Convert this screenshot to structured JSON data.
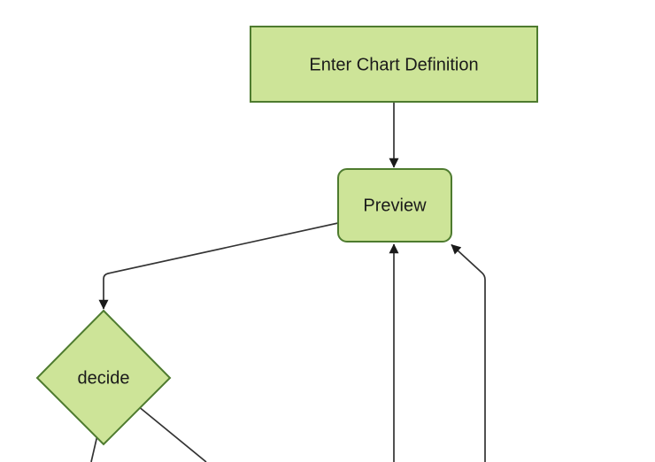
{
  "diagram": {
    "type": "flowchart",
    "direction": "partially-visible-top-down",
    "nodes": [
      {
        "id": "enter-chart-definition",
        "label": "Enter Chart Definition",
        "shape": "rectangle"
      },
      {
        "id": "preview",
        "label": "Preview",
        "shape": "rounded-rectangle"
      },
      {
        "id": "decide",
        "label": "decide",
        "shape": "diamond"
      }
    ],
    "edges": [
      {
        "from": "enter-chart-definition",
        "to": "preview",
        "arrow": true
      },
      {
        "from": "preview",
        "to": "decide",
        "arrow": true
      },
      {
        "from": "offscreen-bottom",
        "to": "preview",
        "arrow": true
      },
      {
        "from": "offscreen-bottom-right",
        "to": "preview",
        "arrow": true
      },
      {
        "from": "decide",
        "to": "offscreen-bottom-left",
        "arrow": false
      },
      {
        "from": "decide",
        "to": "offscreen-bottom-right",
        "arrow": false
      }
    ],
    "colors": {
      "background": "#ffffff",
      "node_fill": "#cde498",
      "node_border": "#4e7b2f",
      "edge": "#333333",
      "arrowhead": "#1a1a1a",
      "text": "#1a1a1a"
    }
  }
}
